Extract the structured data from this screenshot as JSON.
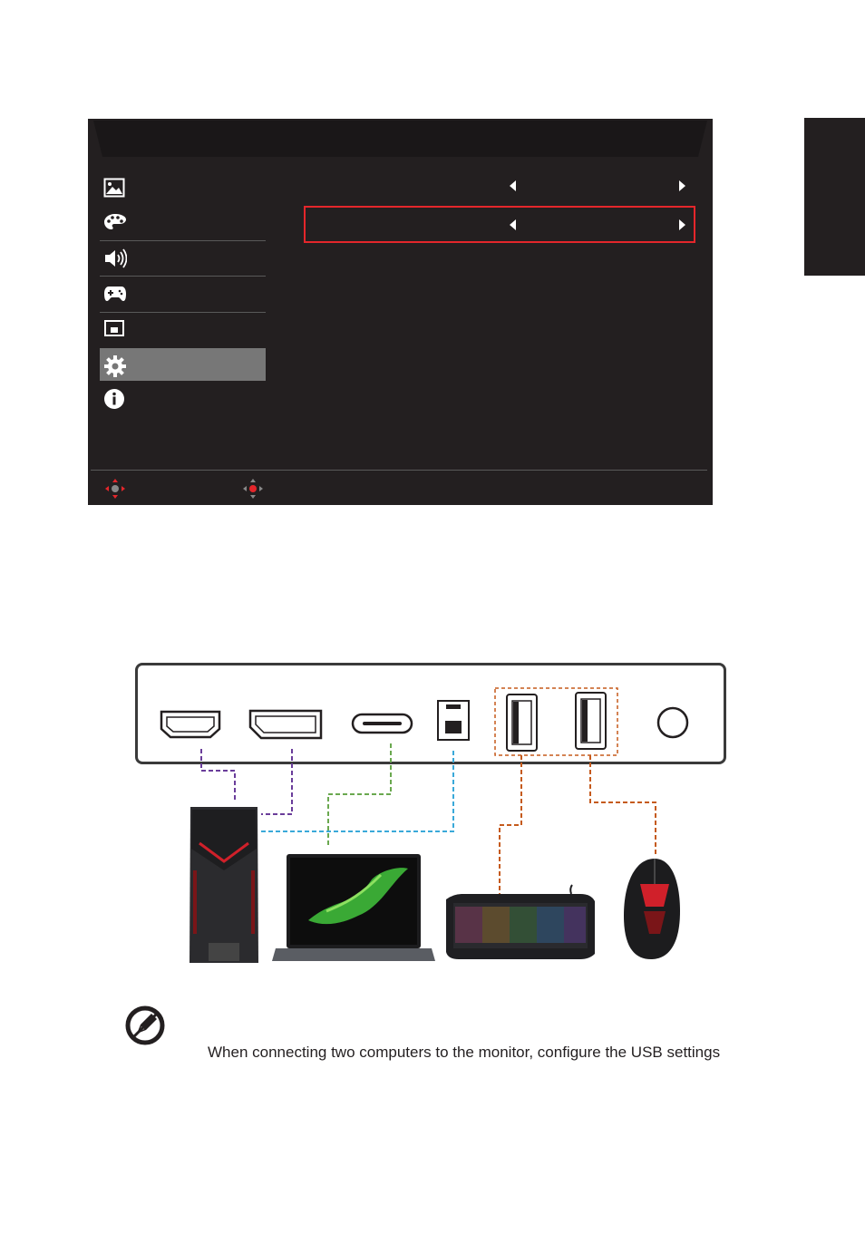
{
  "osd": {
    "menu_icons": [
      "picture-icon",
      "color-icon",
      "audio-icon",
      "gaming-icon",
      "osd-icon",
      "system-icon",
      "information-icon"
    ],
    "active_item": "system-icon",
    "nav_icons": [
      "move-icon",
      "enter-icon"
    ],
    "colors": {
      "background": "#231f20",
      "highlight_border": "#e4262b",
      "active_item": "#777777"
    }
  },
  "diagram": {
    "ports": [
      "hdmi-port",
      "displayport-port",
      "usb-c-port",
      "usb-b-port",
      "usb-a-port-1",
      "usb-a-port-2",
      "audio-port"
    ],
    "devices": [
      "desktop-pc",
      "laptop",
      "keyboard",
      "mouse"
    ],
    "line_colors": {
      "hdmi_dp": "#6a3d9a",
      "usb_c": "#6aa84f",
      "usb_b": "#3aa9d9",
      "usb_a": "#c55a1c"
    }
  },
  "note": {
    "text": "When connecting two computers to the monitor, configure the USB settings"
  }
}
